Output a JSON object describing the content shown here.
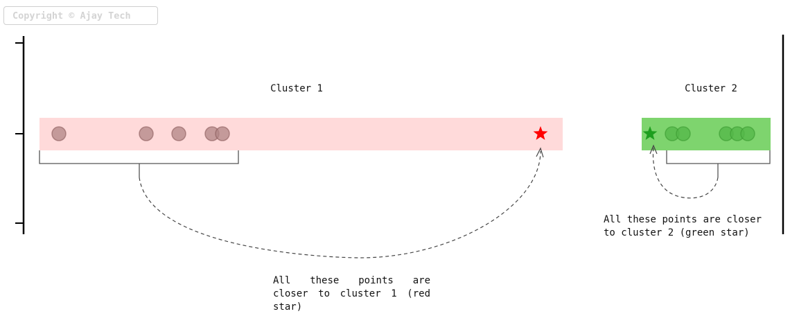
{
  "watermark": "Copyright © Ajay Tech",
  "clusters": [
    {
      "name": "Cluster 1",
      "band_color": "#ffdada",
      "star_color": "#ff0000",
      "points": [
        85,
        211,
        258,
        306,
        321
      ],
      "star": 780
    },
    {
      "name": "Cluster 2",
      "band_color": "#7ed46e",
      "star_color": "#1e9e1e",
      "points": [
        970,
        986,
        1048,
        1064,
        1079
      ],
      "star": 938
    }
  ],
  "notes": {
    "cluster1": "All these points are closer to cluster 1 (red star)",
    "cluster2": "All these points are closer to cluster 2 (green star)"
  },
  "colors": {
    "point_fill_cluster1": "#b08484",
    "point_fill_cluster2": "#55b84a",
    "axis": "#000000"
  }
}
